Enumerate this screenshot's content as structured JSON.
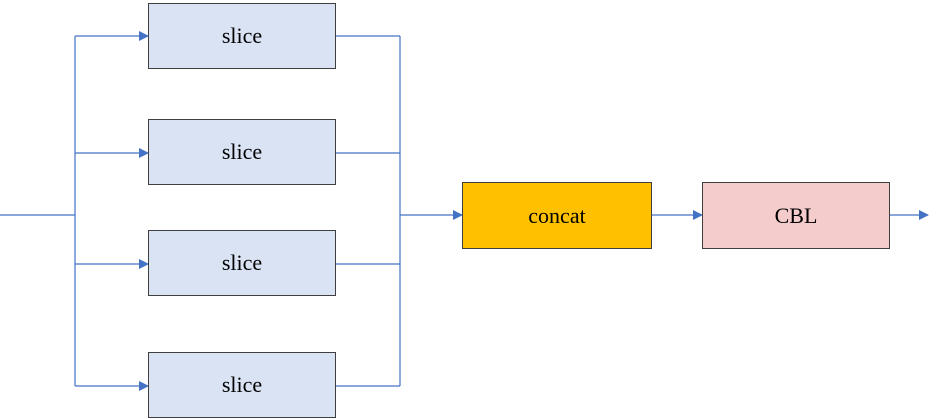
{
  "diagram": {
    "nodes": {
      "slice_1": {
        "label": "slice"
      },
      "slice_2": {
        "label": "slice"
      },
      "slice_3": {
        "label": "slice"
      },
      "slice_4": {
        "label": "slice"
      },
      "concat": {
        "label": "concat"
      },
      "cbl": {
        "label": "CBL"
      }
    },
    "colors": {
      "slice_fill": "#dae3f3",
      "concat_fill": "#ffc000",
      "cbl_fill": "#f4cccc",
      "connector": "#4472c4",
      "node_border": "#3f3f3f"
    }
  }
}
